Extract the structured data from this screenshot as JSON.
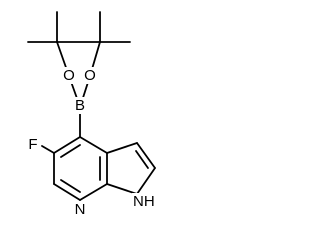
{
  "molecule": {
    "atoms": {
      "o1": "O",
      "o2": "O",
      "b": "B",
      "f": "F",
      "n_pyridine": "N",
      "nh": "NH"
    }
  }
}
